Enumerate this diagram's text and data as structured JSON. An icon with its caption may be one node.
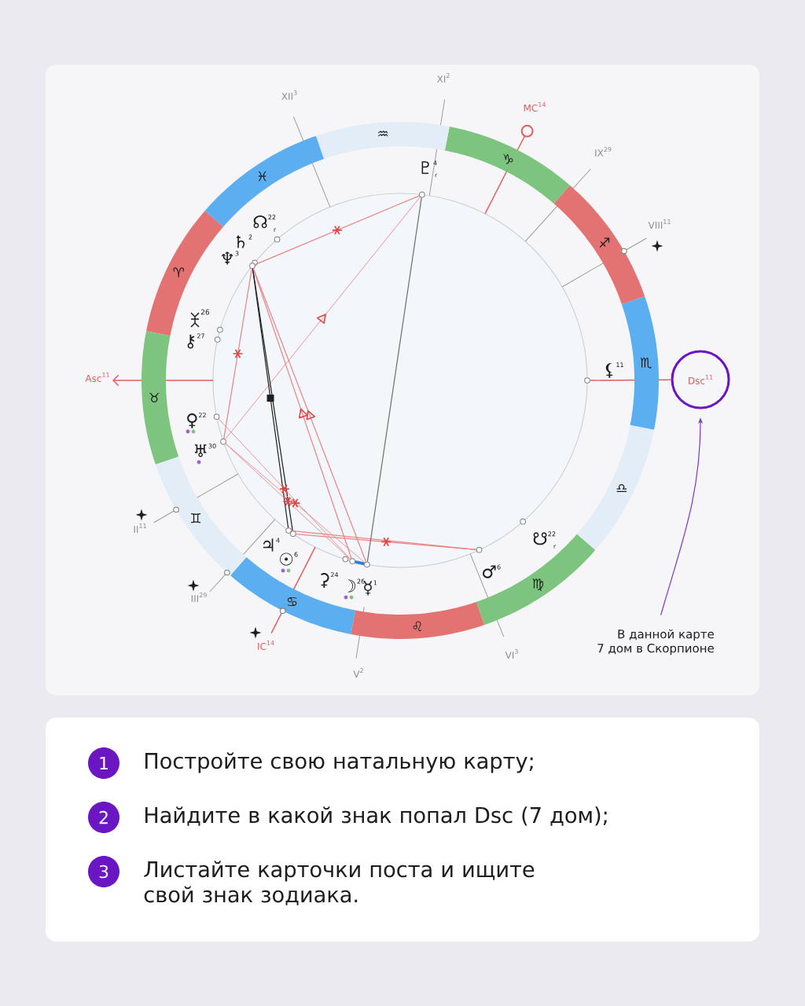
{
  "diagram": {
    "nodes": [
      {
        "text": [],
        "shape": "circle",
        "beside": [
          "♇$^{4}$$_{r}$"
        ]
      },
      {
        "text": [],
        "shape": "circle",
        "beside": [
          "☊$^{22}$$_{r}$"
        ]
      },
      {
        "text": [],
        "shape": "circle",
        "beside": [
          "♄$^{2}$"
        ]
      },
      {
        "text": [],
        "shape": "circle",
        "beside": [
          "♆$^{3}$"
        ]
      },
      {
        "text": [],
        "shape": "circle",
        "beside": [
          "26"
        ]
      },
      {
        "text": [],
        "shape": "circle",
        "beside": [
          "⚷$^{27}$"
        ]
      },
      {
        "text": [],
        "shape": "circle",
        "beside": [
          "⚸$^{11}$"
        ]
      },
      {
        "text": [
          "Dsc$^{11}$"
        ]
      },
      {
        "text": [],
        "shape": "circle",
        "beside": [
          "♀$^{22}$"
        ]
      },
      {
        "text": [],
        "shape": "circle",
        "beside": [
          "♅$^{30}$"
        ]
      },
      {
        "text": [],
        "shape": "circle",
        "beside": [
          "☋$^{22}$$_{r}$"
        ]
      },
      {
        "text": [],
        "shape": "circle",
        "beside": [
          "♃$^{4}$"
        ]
      },
      {
        "text": [],
        "shape": "circle",
        "beside": [
          "☉$^{6}$"
        ]
      },
      {
        "text": [],
        "shape": "circle",
        "beside": [
          "♂$^{6}$"
        ]
      },
      {
        "text": [],
        "shape": "circle",
        "beside": [
          "⚳$^{24}$"
        ]
      },
      {
        "text": [],
        "shape": "circle",
        "beside": [
          "☽$^{26}$"
        ]
      },
      {
        "text": [],
        "shape": "circle",
        "beside": [
          "☿$^{1}$"
        ]
      },
      {
        "text": [
          "В данной карте 7 дом в Скорпионе"
        ]
      },
      {
        "text": [
          "1"
        ],
        "beside": [
          "Постройте свою натальную карту;"
        ]
      },
      {
        "text": [
          "2"
        ],
        "beside": [
          "Найдите в какой знак попал Dsc (7 дом);"
        ]
      },
      {
        "text": [
          "3"
        ],
        "beside": [
          "Листайте карточки поста и ищите свой знак зодиака."
        ]
      }
    ],
    "edges": [
      {
        "from": 17,
        "to": 7,
        "arrow": "to",
        "color": "#7e35c4"
      },
      {
        "from": 3,
        "to": 0,
        "arrow": "none"
      },
      {
        "from": 9,
        "to": 0,
        "arrow": "to"
      },
      {
        "from": 3,
        "to": 9,
        "arrow": "none"
      },
      {
        "from": 3,
        "to": 11,
        "arrow": "none",
        "color": "#1e1e1e"
      },
      {
        "from": 3,
        "to": 12,
        "arrow": "none",
        "color": "#1e1e1e"
      },
      {
        "from": 15,
        "to": 3,
        "arrow": "to"
      },
      {
        "from": 16,
        "to": 3,
        "arrow": "to"
      },
      {
        "from": 8,
        "to": 15,
        "arrow": "none"
      },
      {
        "from": 9,
        "to": 15,
        "arrow": "none"
      },
      {
        "from": 9,
        "to": 16,
        "arrow": "none"
      },
      {
        "from": 11,
        "to": 13,
        "arrow": "none"
      },
      {
        "from": 12,
        "to": 13,
        "arrow": "none"
      },
      {
        "from": 0,
        "to": 16,
        "arrow": "none",
        "color": "#6e6e6e"
      },
      {
        "from": 15,
        "to": 16,
        "arrow": "none",
        "color": "#2f7ed8",
        "style": "thick"
      },
      {
        "from": 6,
        "to": 7,
        "arrow": "none",
        "color": "#e25d5d"
      }
    ],
    "labels": [
      "XI$^{2}$",
      "XII$^{3}$",
      "MC$^{14}$",
      "♒",
      "♑",
      "IX$^{29}$",
      "♓",
      "VIII$^{11}$",
      "♐",
      "♈",
      "Asc$^{11}$",
      "♏",
      "♉",
      "♎",
      "II$^{11}$",
      "♊",
      "♍",
      "III$^{29}$",
      "♋",
      "♌",
      "IC$^{14}$",
      "VI$^{3}$",
      "V$^{2}$"
    ]
  }
}
